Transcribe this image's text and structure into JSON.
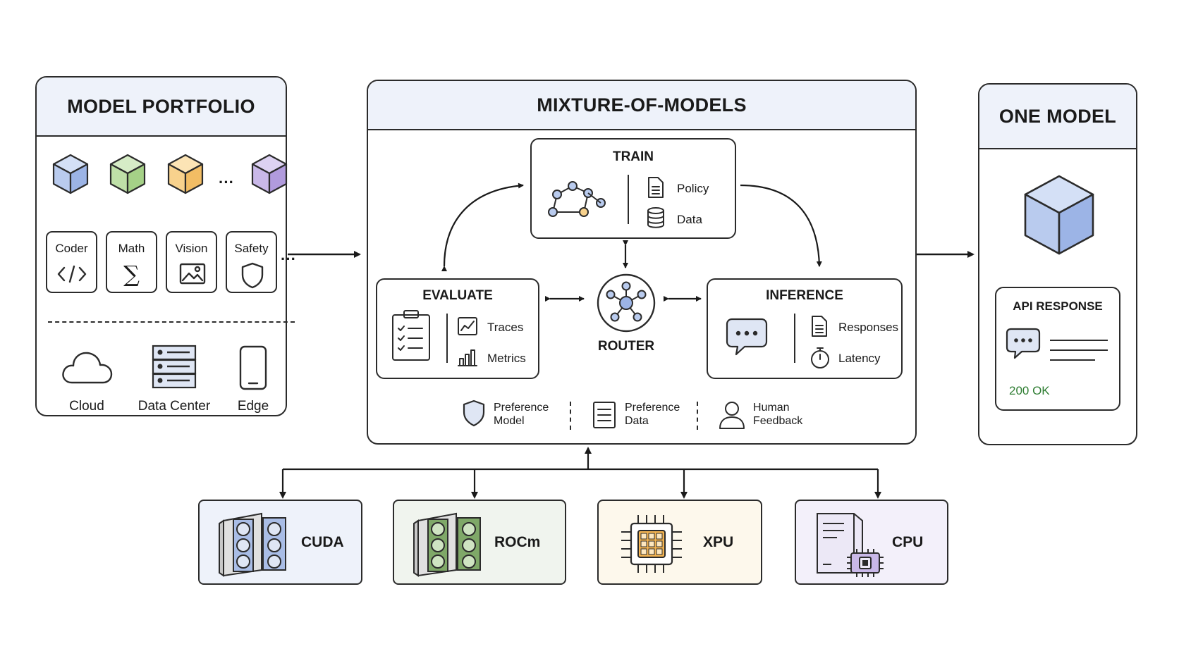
{
  "portfolio": {
    "title": "MODEL PORTFOLIO",
    "skills": [
      "Coder",
      "Math",
      "Vision",
      "Safety"
    ],
    "deploy": [
      "Cloud",
      "Data Center",
      "Edge"
    ],
    "ellipsis": "···",
    "cube_colors": [
      "#b9cbee",
      "#bfe0a8",
      "#f8d28d",
      "#c9b8e8"
    ]
  },
  "mom": {
    "title": "MIXTURE-OF-MODELS",
    "train": {
      "title": "TRAIN",
      "items": [
        "Policy",
        "Data"
      ]
    },
    "evaluate": {
      "title": "EVALUATE",
      "items": [
        "Traces",
        "Metrics"
      ]
    },
    "router": {
      "title": "ROUTER"
    },
    "inference": {
      "title": "INFERENCE",
      "items": [
        "Responses",
        "Latency"
      ]
    },
    "footer": [
      {
        "line1": "Preference",
        "line2": "Model"
      },
      {
        "line1": "Preference",
        "line2": "Data"
      },
      {
        "line1": "Human",
        "line2": "Feedback"
      }
    ]
  },
  "one_model": {
    "title": "ONE MODEL",
    "api_title": "API RESPONSE",
    "status": "200 OK",
    "status_color": "#2e7d32"
  },
  "hardware": [
    {
      "label": "CUDA",
      "bg": "#eef2fa"
    },
    {
      "label": "ROCm",
      "bg": "#f0f4ee"
    },
    {
      "label": "XPU",
      "bg": "#fdf8ec"
    },
    {
      "label": "CPU",
      "bg": "#f3f0fa"
    }
  ]
}
